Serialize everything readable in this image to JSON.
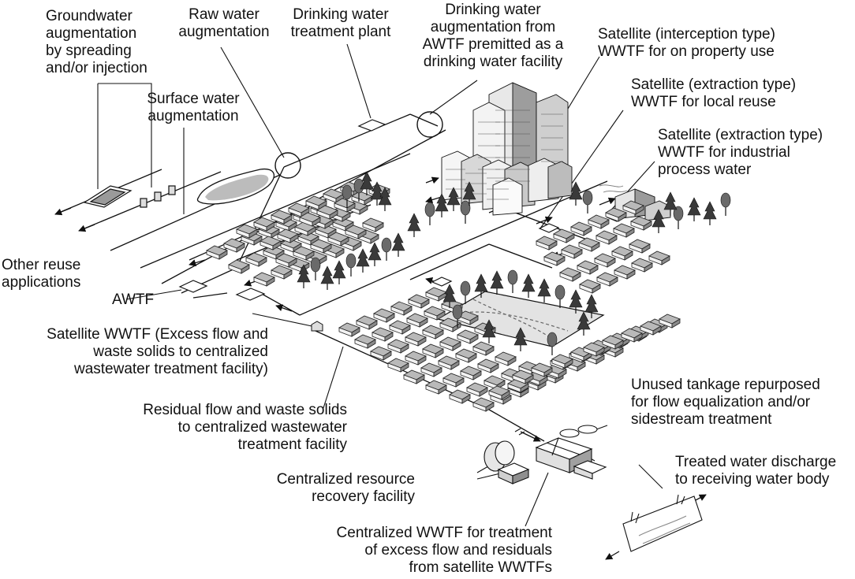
{
  "labels": {
    "groundwater": "Groundwater\naugmentation\nby spreading\nand/or injection",
    "raw_water": "Raw water\naugmentation",
    "dw_plant": "Drinking water\ntreatment plant",
    "dw_awtf": "Drinking water\naugmentation from\nAWTF premitted as a\ndrinking water facility",
    "sat_interception": "Satellite (interception type)\nWWTF for on property use",
    "sat_extraction_local": "Satellite (extraction type)\nWWTF for local reuse",
    "sat_extraction_industrial": "Satellite (extraction type)\nWWTF for industrial\nprocess water",
    "surface_water": "Surface water\naugmentation",
    "other_reuse": "Other reuse\napplications",
    "awtf": "AWTF",
    "satellite_wwtf": "Satellite WWTF (Excess flow and\nwaste solids to centralized\nwastewater treatment facility)",
    "residual_flow": "Residual flow and waste solids\nto centralized wastewater\ntreatment facility",
    "unused_tankage": "Unused tankage repurposed\nfor flow equalization and/or\nsidestream treatment",
    "treated_discharge": "Treated water discharge\nto receiving water body",
    "centralized_recovery": "Centralized resource\nrecovery facility",
    "centralized_wwtf": "Centralized WWTF for treatment\nof excess flow and residuals\nfrom satellite WWTFs"
  }
}
